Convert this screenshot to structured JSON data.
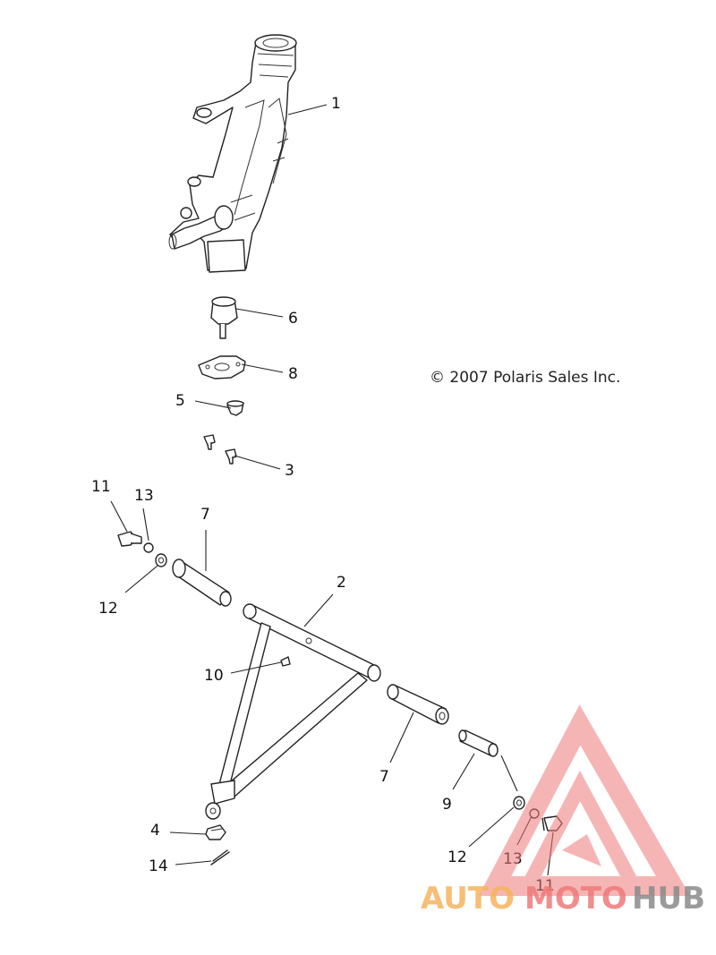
{
  "copyright": "© 2007 Polaris Sales Inc.",
  "callouts": {
    "c1": "1",
    "c2": "2",
    "c3": "3",
    "c4": "4",
    "c5": "5",
    "c6": "6",
    "c7a": "7",
    "c7b": "7",
    "c8": "8",
    "c9": "9",
    "c10": "10",
    "c11a": "11",
    "c11b": "11",
    "c12a": "12",
    "c12b": "12",
    "c13a": "13",
    "c13b": "13",
    "c14": "14"
  },
  "watermark": {
    "part1": "AUTO",
    "part2": "MOTO",
    "part3": "HUB",
    "colors": {
      "auto": "#f6b35e",
      "moto": "#f07a7a",
      "hub": "#8a8a8a",
      "triangle": "#f07a7a"
    }
  }
}
